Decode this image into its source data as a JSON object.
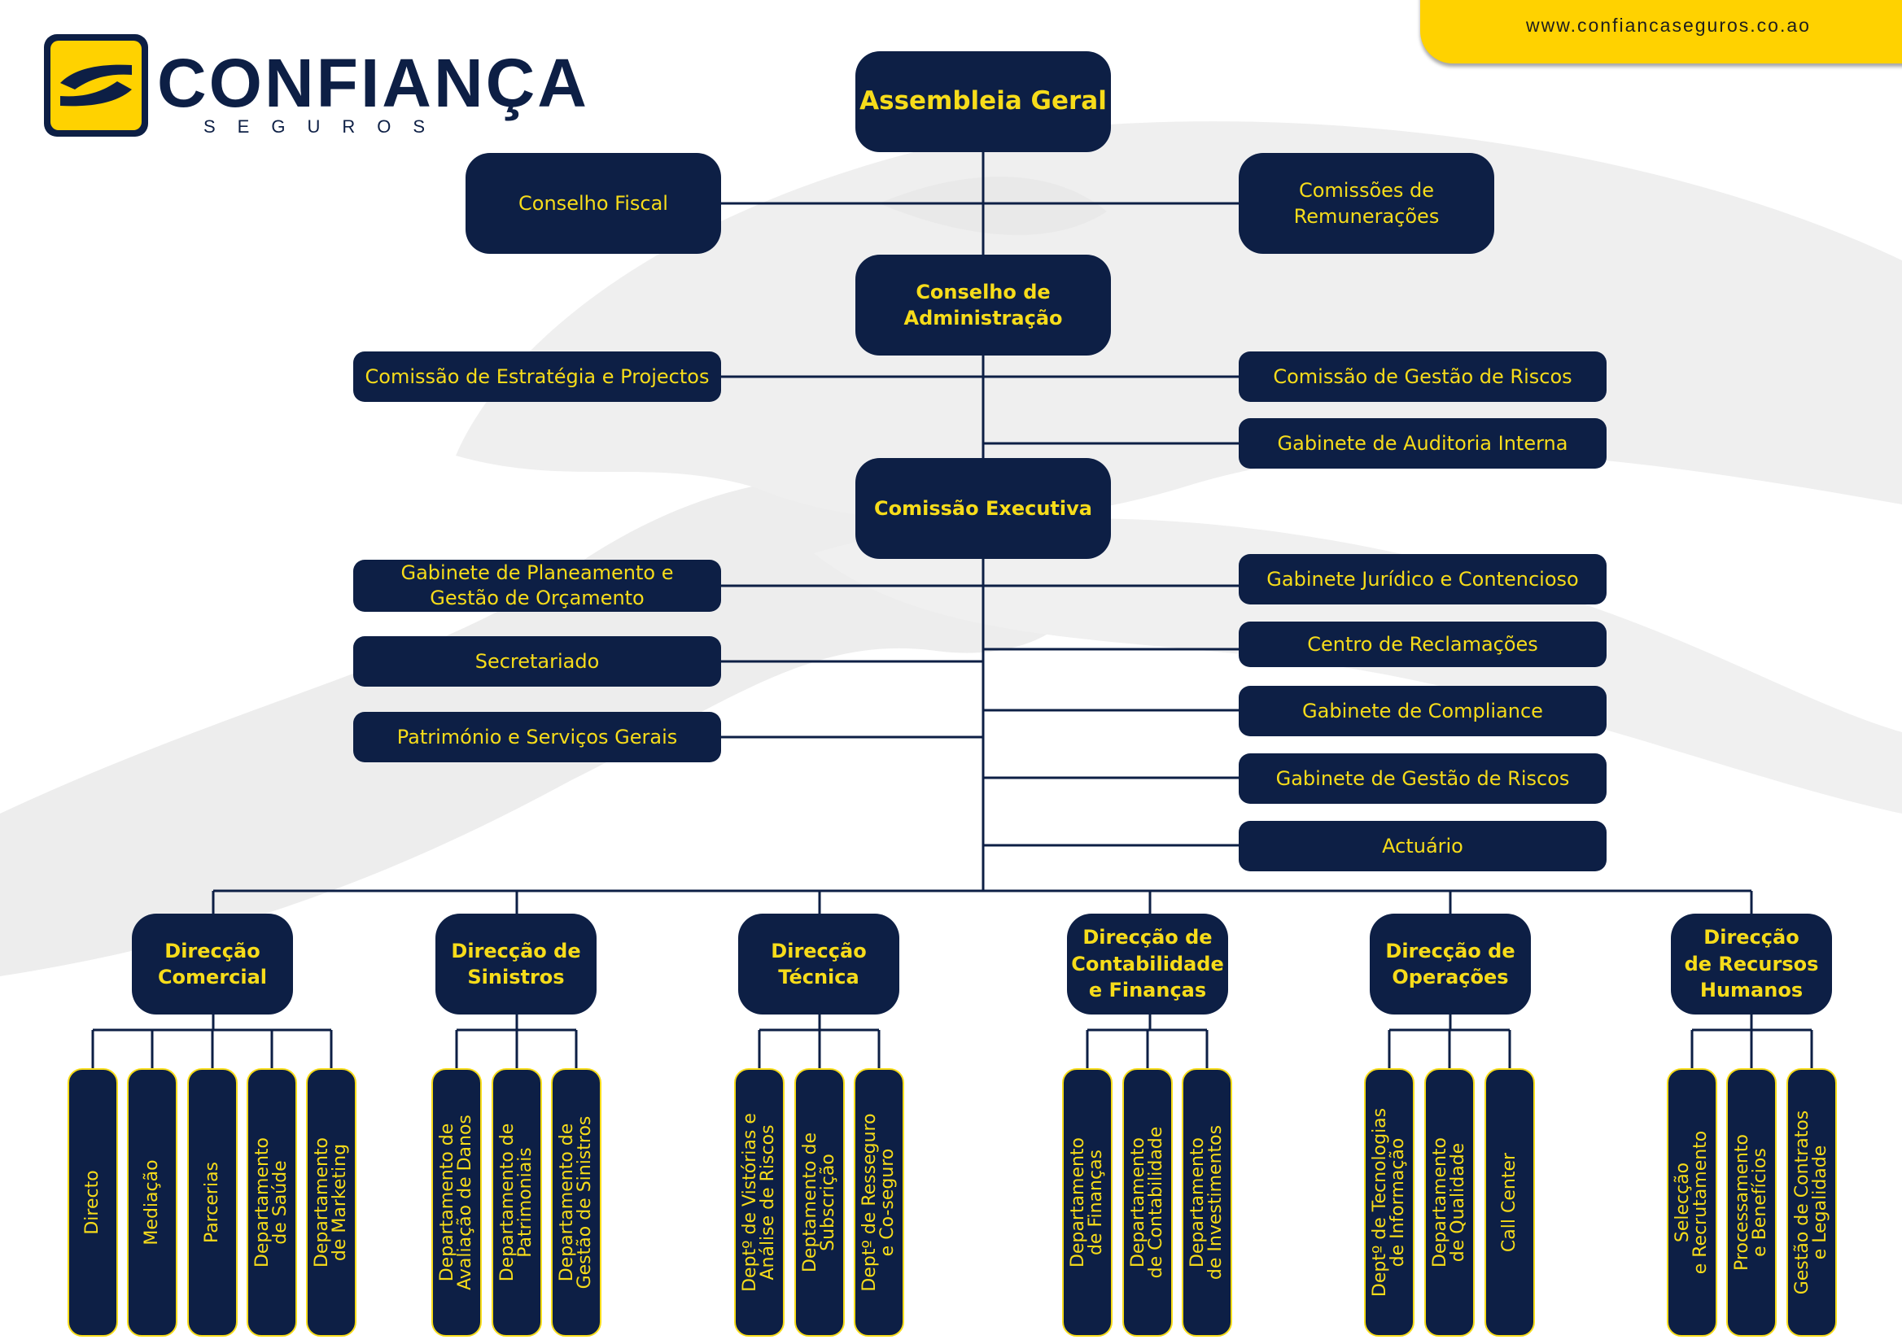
{
  "header": {
    "website": "www.confiancaseguros.co.ao",
    "brand_name": "CONFIANÇA",
    "brand_sub": "SEGUROS"
  },
  "colors": {
    "navy": "#0d1f45",
    "yellow": "#f7dc1a",
    "accent": "#ffd200"
  },
  "top": {
    "assembleia": "Assembleia Geral",
    "conselho_fiscal": "Conselho Fiscal",
    "comissoes_remuneracoes": "Comissões de\nRemunerações",
    "conselho_admin": "Conselho de\nAdministração",
    "comissao_estrategia": "Comissão de Estratégia e Projectos",
    "comissao_gestao_riscos": "Comissão de Gestão de Riscos",
    "gabinete_auditoria": "Gabinete de Auditoria Interna",
    "comissao_executiva": "Comissão Executiva"
  },
  "exec_left": [
    "Gabinete de Planeamento e\nGestão de Orçamento",
    "Secretariado",
    "Património e Serviços Gerais"
  ],
  "exec_right": [
    "Gabinete Jurídico e Contencioso",
    "Centro de Reclamações",
    "Gabinete de Compliance",
    "Gabinete de Gestão de Riscos",
    "Actuário"
  ],
  "directorates": [
    {
      "name": "Direcção\nComercial",
      "depts": [
        "Directo",
        "Mediação",
        "Parcerias",
        "Departamento\nde Saúde",
        "Departamento\nde Marketing"
      ]
    },
    {
      "name": "Direcção de\nSinistros",
      "depts": [
        "Departamento de\nAvaliação de Danos",
        "Departamento de\nPatrimoniais",
        "Departamento de\nGestão de Sinistros"
      ]
    },
    {
      "name": "Direcção\nTécnica",
      "depts": [
        "Deptº de Vistórias e\nAnálise de Riscos",
        "Deptamento de\nSubscrição",
        "Deptº de Resseguro\ne Co-seguro"
      ]
    },
    {
      "name": "Direcção de\nContabilidade\ne Finanças",
      "depts": [
        "Departamento\nde Finanças",
        "Departamento\nde Contabilidade",
        "Departamento\nde Investimentos"
      ]
    },
    {
      "name": "Direcção de\nOperações",
      "depts": [
        "Deptº de Tecnologias\nde Informação",
        "Departamento\nde Qualidade",
        "Call Center"
      ]
    },
    {
      "name": "Direcção\nde Recursos\nHumanos",
      "depts": [
        "Selecção\ne Recrutamento",
        "Processamento\ne Benefícios",
        "Gestão de Contratos\ne Legalidade"
      ]
    }
  ]
}
